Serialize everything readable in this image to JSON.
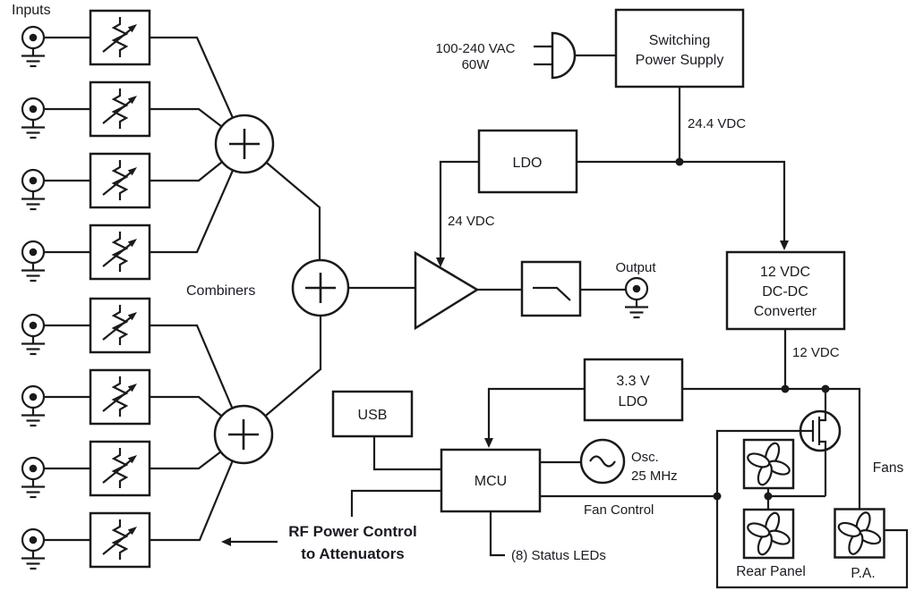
{
  "labels": {
    "inputs": "Inputs",
    "combiners": "Combiners",
    "output": "Output",
    "ac_input_line1": "100-240 VAC",
    "ac_input_line2": "60W",
    "v_24_4": "24.4 VDC",
    "v_24": "24 VDC",
    "v_12": "12 VDC",
    "osc_line1": "Osc.",
    "osc_line2": "25 MHz",
    "fan_control": "Fan Control",
    "status_leds": "(8) Status LEDs",
    "rf_power_line1": "RF Power Control",
    "rf_power_line2": "to Attenuators",
    "fans": "Fans",
    "rear_panel": "Rear Panel",
    "pa": "P.A."
  },
  "blocks": {
    "sps_line1": "Switching",
    "sps_line2": "Power Supply",
    "ldo": "LDO",
    "dcdc_line1": "12 VDC",
    "dcdc_line2": "DC-DC",
    "dcdc_line3": "Converter",
    "ldo33_line1": "3.3 V",
    "ldo33_line2": "LDO",
    "usb": "USB",
    "mcu": "MCU"
  },
  "colors": {
    "line": "#1a1a1a",
    "text": "#1a1a22",
    "background": "#ffffff"
  }
}
